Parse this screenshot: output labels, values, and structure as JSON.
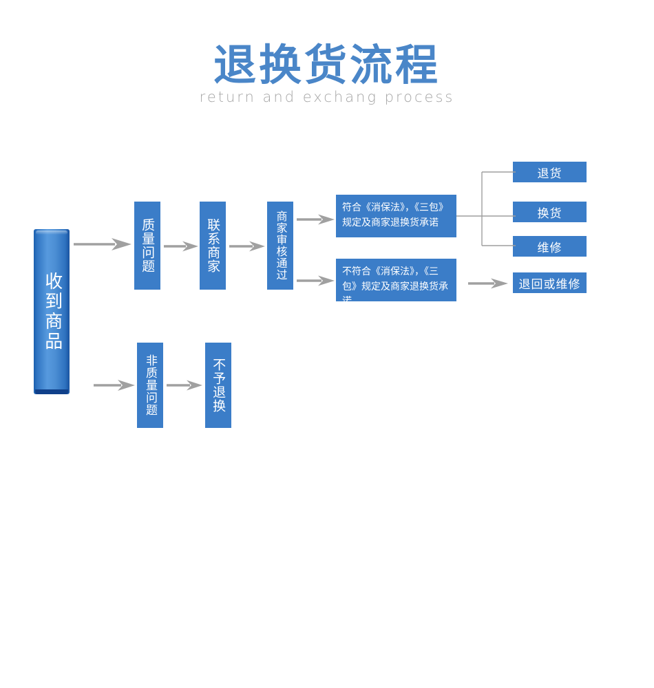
{
  "header": {
    "title": "退换货流程",
    "subtitle": "return  and exchang process",
    "title_color": "#4a86c8",
    "subtitle_color": "#a6a6a6"
  },
  "theme": {
    "node_blue": "#3b7dc8",
    "arrow_gray": "#a0a0a0",
    "connector_gray": "#9e9e9e",
    "background": "#ffffff"
  },
  "flow": {
    "start": {
      "label": "收到商品"
    },
    "branch_quality": {
      "label": "质量问题"
    },
    "contact_merchant": {
      "label": "联系商家"
    },
    "merchant_review": {
      "label": "商家审核通过"
    },
    "conforms": {
      "label": "符合《消保法》，《三包》规定及商家退换货承诺"
    },
    "not_conforms": {
      "label": "不符合《消保法》，《三包》规定及商家退换货承诺"
    },
    "outcome_return": {
      "label": "退货"
    },
    "outcome_exchange": {
      "label": "换货"
    },
    "outcome_repair": {
      "label": "维修"
    },
    "outcome_send_back_or_repair": {
      "label": "退回或维修"
    },
    "branch_non_quality": {
      "label": "非质量问题"
    },
    "no_return_exchange": {
      "label": "不予退换"
    }
  }
}
